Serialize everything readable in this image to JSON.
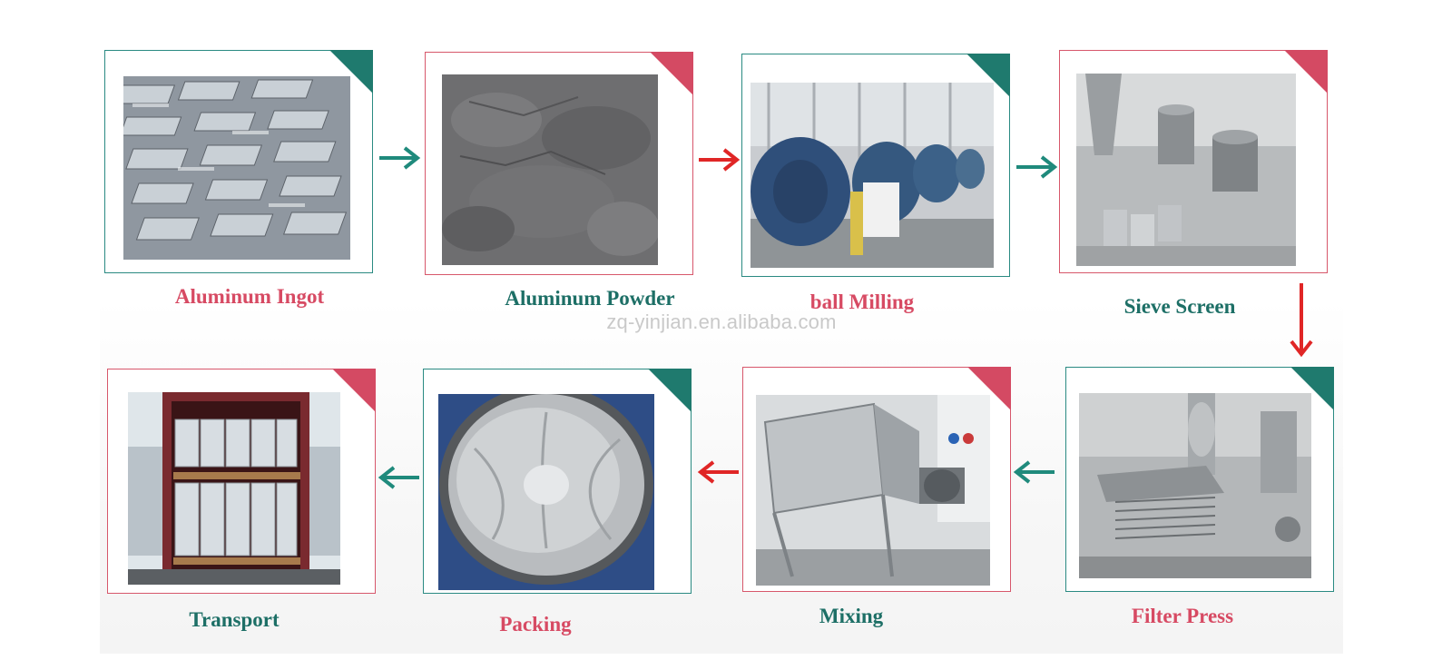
{
  "watermark": "zq-yinjian.en.alibaba.com",
  "colors": {
    "teal": "#1f7a6e",
    "pink": "#d44a63",
    "arrow_teal": "#1f8a7c",
    "arrow_red": "#e02626"
  },
  "steps": [
    {
      "label": "Aluminum Ingot",
      "theme": "teal"
    },
    {
      "label": "Aluminum Powder",
      "theme": "pink"
    },
    {
      "label": "ball Milling",
      "theme": "teal"
    },
    {
      "label": "Sieve Screen",
      "theme": "pink"
    },
    {
      "label": "Filter Press",
      "theme": "teal"
    },
    {
      "label": "Mixing",
      "theme": "pink"
    },
    {
      "label": "Packing",
      "theme": "teal"
    },
    {
      "label": "Transport",
      "theme": "pink"
    }
  ],
  "arrows": [
    {
      "direction": "right",
      "color": "teal"
    },
    {
      "direction": "right",
      "color": "red"
    },
    {
      "direction": "right",
      "color": "teal"
    },
    {
      "direction": "down",
      "color": "red"
    },
    {
      "direction": "left",
      "color": "teal"
    },
    {
      "direction": "left",
      "color": "red"
    },
    {
      "direction": "left",
      "color": "teal"
    }
  ]
}
